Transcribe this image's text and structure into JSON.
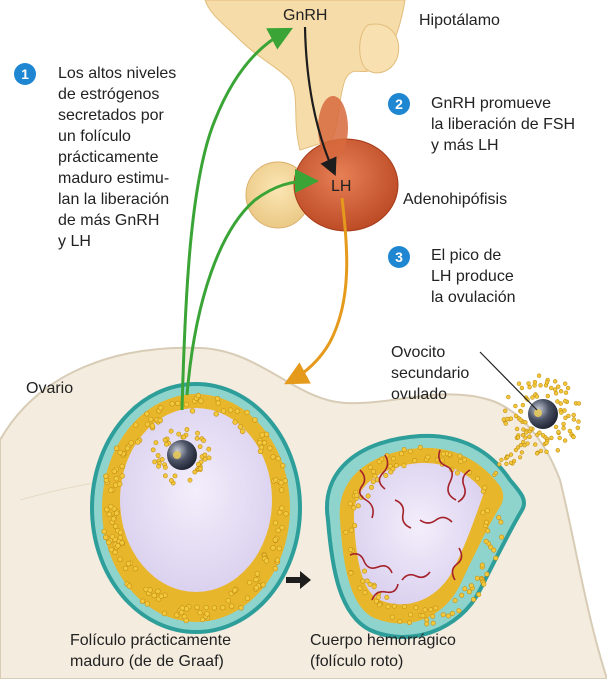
{
  "labels": {
    "gnrh": "GnRH",
    "lh": "LH",
    "hypothalamus": "Hipotálamo",
    "adenohypophysis": "Adenohipófisis",
    "ovary": "Ovario",
    "oocyte": "Ovocito\nsecundario\novulado",
    "mature_follicle": "Folículo prácticamente\nmaduro (de de Graaf)",
    "corpus_hemorrhagicum": "Cuerpo hemorrágico\n(folículo roto)"
  },
  "steps": [
    {
      "number": "1",
      "text": "Los altos niveles\nde estrógenos\nsecretados por\nun folículo\nprácticamente\nmaduro estimu-\nlan la liberación\nde más GnRH\ny LH"
    },
    {
      "number": "2",
      "text": "GnRH promueve\nla liberación de FSH\ny más LH"
    },
    {
      "number": "3",
      "text": "El pico de\nLH produce\nla ovulación"
    }
  ],
  "colors": {
    "badge": "#1f86d1",
    "green_arrow": "#3aa536",
    "orange_arrow": "#e59a1c",
    "pituitary": "#c9522a",
    "follicle_rim": "#2e9e9a",
    "granulosa": "#e8b62a",
    "antrum": "#e4ddf2",
    "ovary_tissue": "#f3ecde"
  },
  "icons": [
    "badge-1",
    "badge-2",
    "badge-3",
    "transition-arrow-icon"
  ]
}
